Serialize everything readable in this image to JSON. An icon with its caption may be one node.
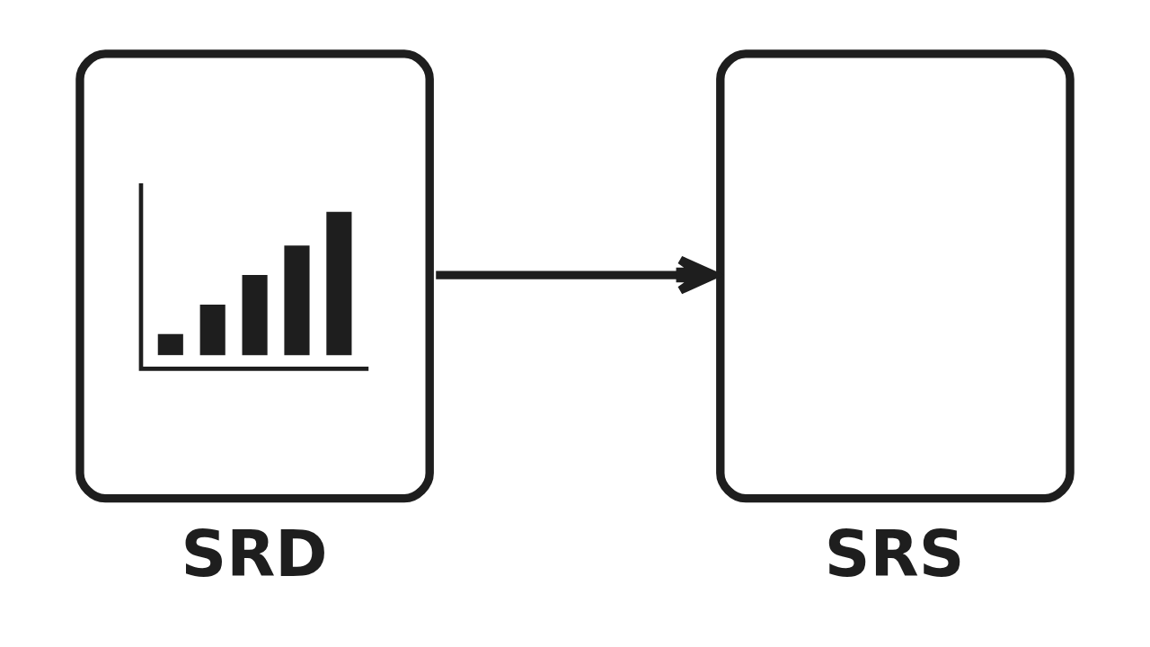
{
  "diagram": {
    "nodes": [
      {
        "text": [
          "SRD"
        ]
      },
      {
        "text": [
          "SRS"
        ]
      }
    ],
    "edges": [
      {
        "from": 0,
        "to": 1,
        "arrow": "to"
      }
    ]
  }
}
